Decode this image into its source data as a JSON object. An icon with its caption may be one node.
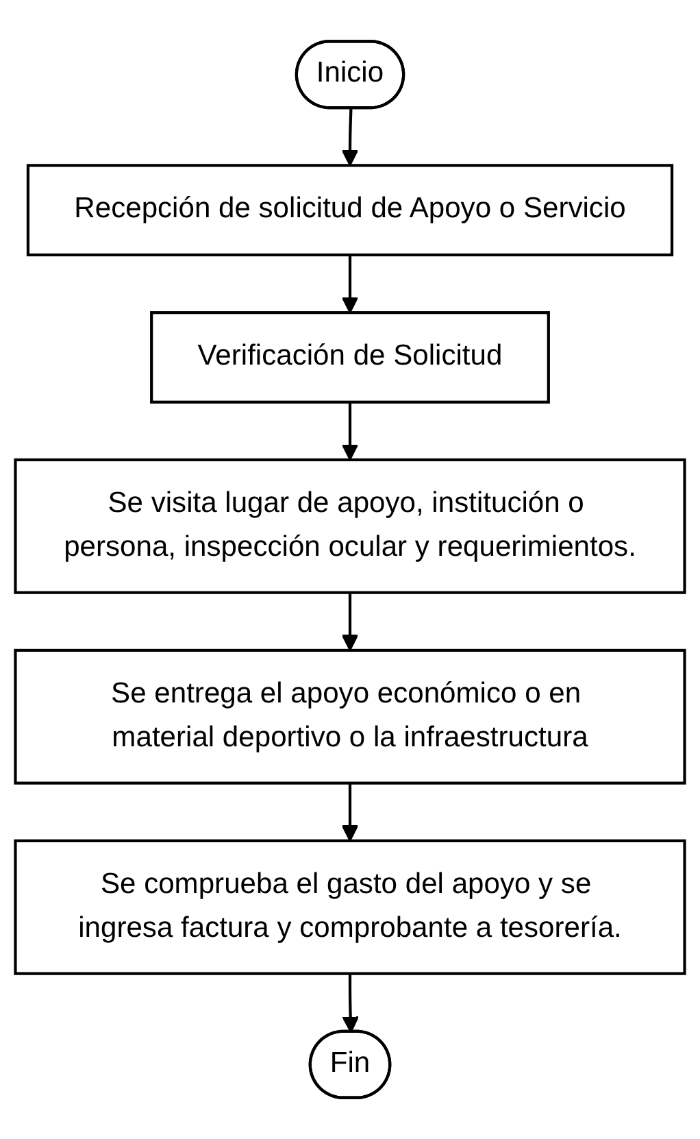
{
  "diagram": {
    "nodes": [
      {
        "text": [
          "Inicio"
        ]
      },
      {
        "text": [
          "Recepción de solicitud de Apoyo o Servicio"
        ]
      },
      {
        "text": [
          "Verificación de Solicitud"
        ]
      },
      {
        "text": [
          "Se visita lugar de apoyo, institución o persona, inspección ocular y requerimientos."
        ]
      },
      {
        "text": [
          "Se entrega el apoyo económico o en material deportivo o la infraestructura"
        ]
      },
      {
        "text": [
          "Se comprueba el gasto del apoyo y se ingresa factura y comprobante a tesorería."
        ]
      },
      {
        "text": [
          "Fin"
        ]
      }
    ],
    "edges": [
      {
        "from": 0,
        "to": 1,
        "arrow": "to"
      },
      {
        "from": 1,
        "to": 2,
        "arrow": "to"
      },
      {
        "from": 2,
        "to": 3,
        "arrow": "to"
      },
      {
        "from": 3,
        "to": 4,
        "arrow": "to"
      },
      {
        "from": 4,
        "to": 5,
        "arrow": "to"
      },
      {
        "from": 5,
        "to": 6,
        "arrow": "to"
      }
    ]
  }
}
